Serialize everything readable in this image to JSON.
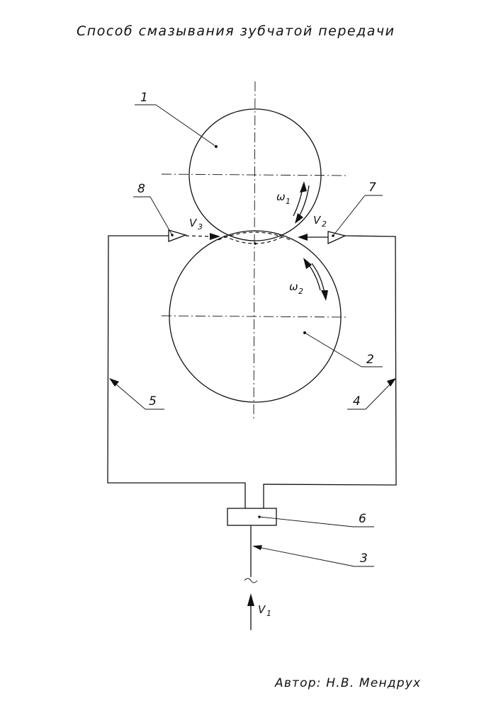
{
  "title": "Способ смазывания зубчатой передачи",
  "author": "Автор: Н.В. Мендрух",
  "labels": {
    "gear1": "1",
    "gear2": "2",
    "supply_pipe": "3",
    "branch_right": "4",
    "branch_left": "5",
    "pump_unit": "6",
    "nozzle_right": "7",
    "nozzle_left": "8"
  },
  "symbols": {
    "omega1": "ω",
    "omega1_sub": "1",
    "omega2": "ω",
    "omega2_sub": "2",
    "v1": "V",
    "v1_sub": "1",
    "v2": "V",
    "v2_sub": "2",
    "v3": "V",
    "v3_sub": "3"
  }
}
